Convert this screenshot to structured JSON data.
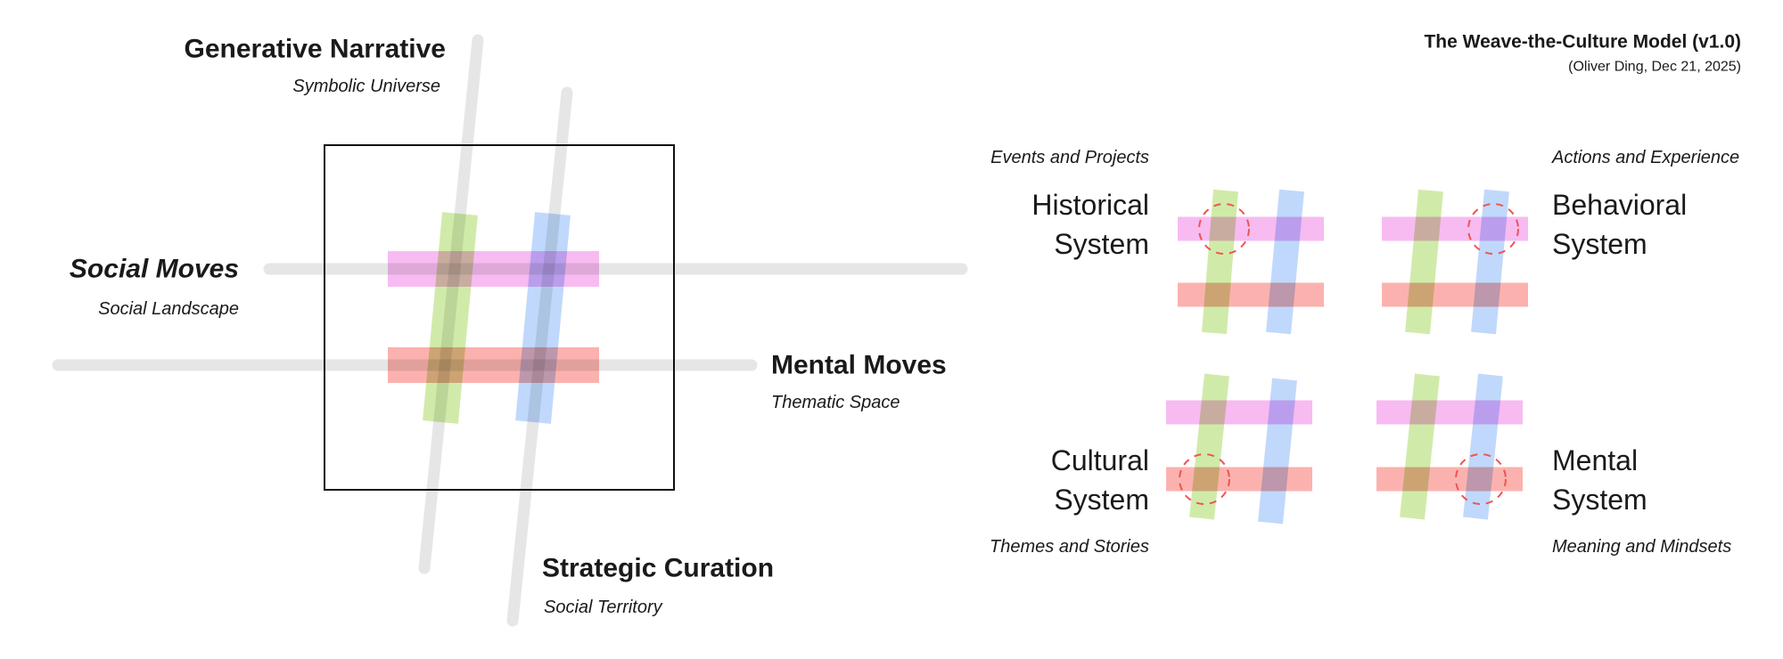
{
  "header": {
    "title": "The Weave-the-Culture Model (v1.0)",
    "subtitle": "(Oliver Ding, Dec 21, 2025)"
  },
  "left_diagram": {
    "generative_narrative": {
      "label": "Generative Narrative",
      "sub": "Symbolic Universe"
    },
    "social_moves": {
      "label": "Social Moves",
      "sub": "Social Landscape"
    },
    "mental_moves": {
      "label": "Mental Moves",
      "sub": "Thematic Space"
    },
    "strategic_curation": {
      "label": "Strategic Curation",
      "sub": "Social Territory"
    }
  },
  "systems": [
    {
      "name_line1": "Historical",
      "name_line2": "System",
      "caption": "Events and Projects"
    },
    {
      "name_line1": "Behavioral",
      "name_line2": "System",
      "caption": "Actions and Experience"
    },
    {
      "name_line1": "Cultural",
      "name_line2": "System",
      "caption": "Themes and Stories"
    },
    {
      "name_line1": "Mental",
      "name_line2": "System",
      "caption": "Meaning and Mindsets"
    }
  ],
  "colors": {
    "axis_gray": "#e6e6e6",
    "pink": "#f6b4f0",
    "red": "#fbaaa5",
    "green": "#c8e89a",
    "blue": "#b5d1fb",
    "highlight": "#ef5350",
    "frame": "#111111"
  }
}
